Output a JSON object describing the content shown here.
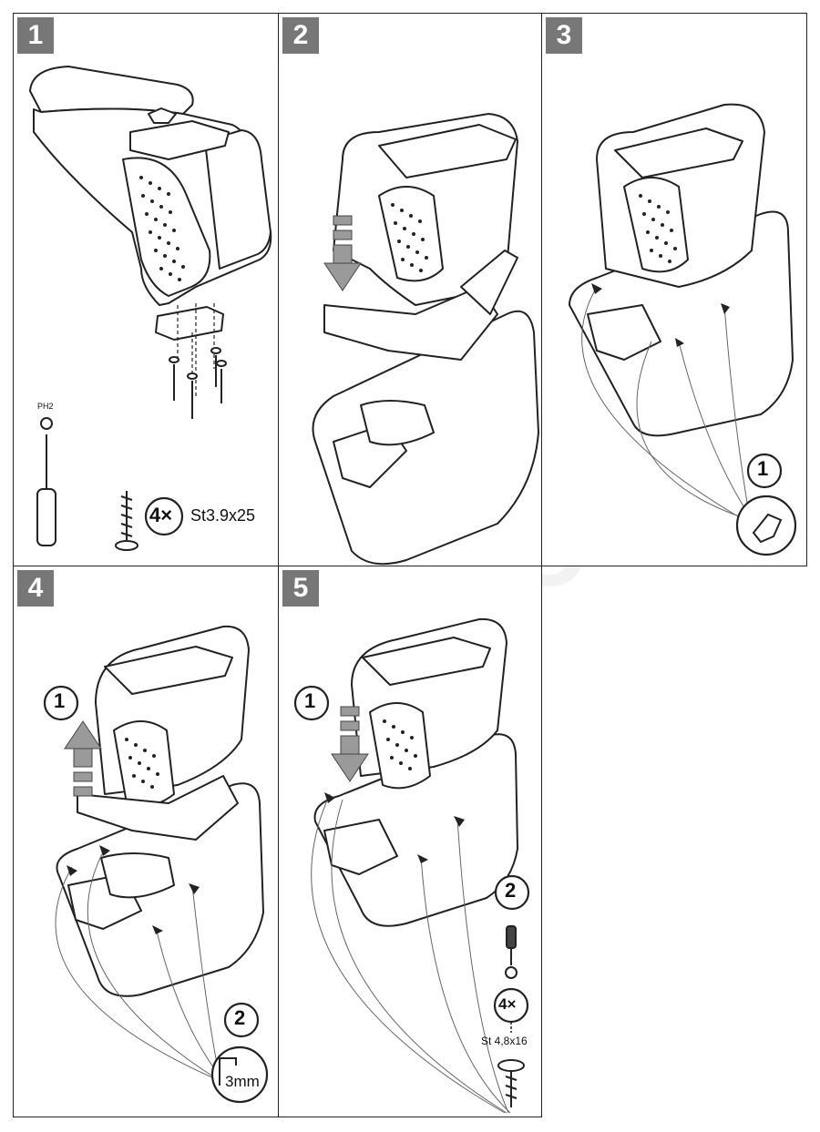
{
  "steps": [
    {
      "number": "1"
    },
    {
      "number": "2"
    },
    {
      "number": "3"
    },
    {
      "number": "4"
    },
    {
      "number": "5"
    }
  ],
  "step1": {
    "tool_label": "PH2",
    "screw_count": "4×",
    "screw_spec": "St3.9x25"
  },
  "step3": {
    "substep": "1"
  },
  "step4": {
    "substep_1": "1",
    "substep_2": "2",
    "drill_size": "3mm"
  },
  "step5": {
    "substep_1": "1",
    "substep_2": "2",
    "screw_count": "4×",
    "screw_spec": "St 4,8x16"
  },
  "watermark": "AG AUTO",
  "colors": {
    "badge": "#777777",
    "arrow": "#9a9a9a",
    "line": "#222222"
  }
}
